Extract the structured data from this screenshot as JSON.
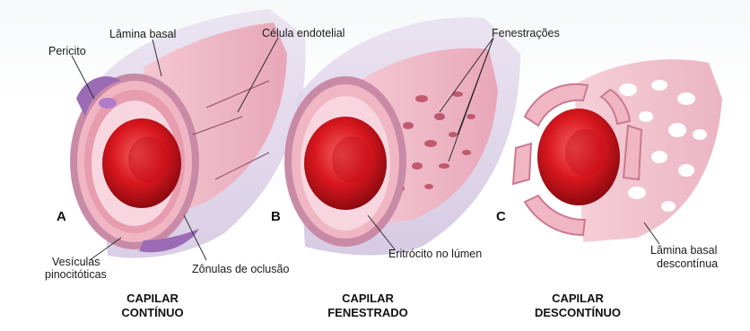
{
  "labels": {
    "lamina_basal": "Lâmina basal",
    "pericito": "Pericito",
    "celula_endotelial": "Célula endotelial",
    "fenestracoes": "Fenestrações",
    "vesiculas_1": "Vesículas",
    "vesiculas_2": "pinocitóticas",
    "zonulas": "Zônulas de oclusão",
    "eritrocito": "Eritrócito no lúmen",
    "lamina_desc_1": "Lâmina basal",
    "lamina_desc_2": "descontínua"
  },
  "panels": {
    "a": {
      "letter": "A",
      "caption_1": "CAPILAR",
      "caption_2": "CONTÍNUO"
    },
    "b": {
      "letter": "B",
      "caption_1": "CAPILAR",
      "caption_2": "FENESTRADO"
    },
    "c": {
      "letter": "C",
      "caption_1": "CAPILAR",
      "caption_2": "DESCONTÍNUO"
    }
  },
  "colors": {
    "wall_pink": "#f0b6c4",
    "wall_dark": "#c97a92",
    "lumen": "#f7d6df",
    "erythrocyte": "#d8161e",
    "erythrocyte_light": "#f24a4f",
    "pericyte": "#9b6bb5",
    "stroma": "#d8cde3"
  }
}
